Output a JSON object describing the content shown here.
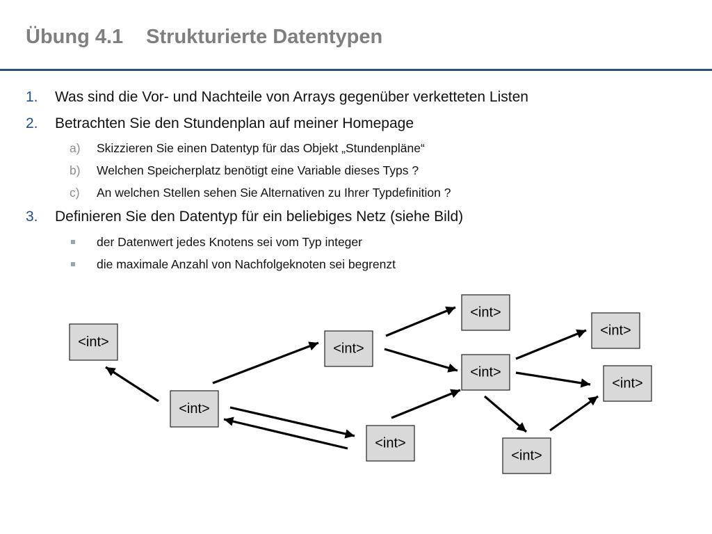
{
  "slide": {
    "title_number": "Übung 4.1",
    "title_text": "Strukturierte Datentypen"
  },
  "items": [
    {
      "marker": "1.",
      "text": "Was sind die Vor- und Nachteile von Arrays gegenüber verketteten Listen"
    },
    {
      "marker": "2.",
      "text": "Betrachten Sie den Stundenplan auf meiner Homepage",
      "subs": [
        {
          "marker": "a)",
          "text": "Skizzieren Sie einen Datentyp für das Objekt „Stundenpläne“"
        },
        {
          "marker": "b)",
          "text": "Welchen Speicherplatz benötigt eine Variable dieses Typs ?"
        },
        {
          "marker": "c)",
          "text": "An welchen Stellen sehen Sie Alternativen zu Ihrer Typdefinition ?"
        }
      ]
    },
    {
      "marker": "3.",
      "text": "Definieren Sie den Datentyp für ein beliebiges Netz  (siehe Bild)",
      "bullets": [
        {
          "text": "der Datenwert jedes Knotens sei vom Typ integer"
        },
        {
          "text": "die maximale Anzahl von Nachfolgeknoten sei begrenzt"
        }
      ]
    }
  ],
  "diagram": {
    "nodes": [
      {
        "id": "A",
        "label": "<int>"
      },
      {
        "id": "B",
        "label": "<int>"
      },
      {
        "id": "C",
        "label": "<int>"
      },
      {
        "id": "D",
        "label": "<int>"
      },
      {
        "id": "E",
        "label": "<int>"
      },
      {
        "id": "F",
        "label": "<int>"
      },
      {
        "id": "G",
        "label": "<int>"
      },
      {
        "id": "H",
        "label": "<int>"
      },
      {
        "id": "I",
        "label": "<int>"
      }
    ],
    "edges": [
      {
        "from": "B",
        "to": "A"
      },
      {
        "from": "B",
        "to": "C"
      },
      {
        "from": "B",
        "to": "D"
      },
      {
        "from": "D",
        "to": "B"
      },
      {
        "from": "C",
        "to": "E"
      },
      {
        "from": "C",
        "to": "F"
      },
      {
        "from": "D",
        "to": "F"
      },
      {
        "from": "F",
        "to": "G"
      },
      {
        "from": "F",
        "to": "H"
      },
      {
        "from": "F",
        "to": "I"
      },
      {
        "from": "I",
        "to": "H"
      }
    ]
  }
}
